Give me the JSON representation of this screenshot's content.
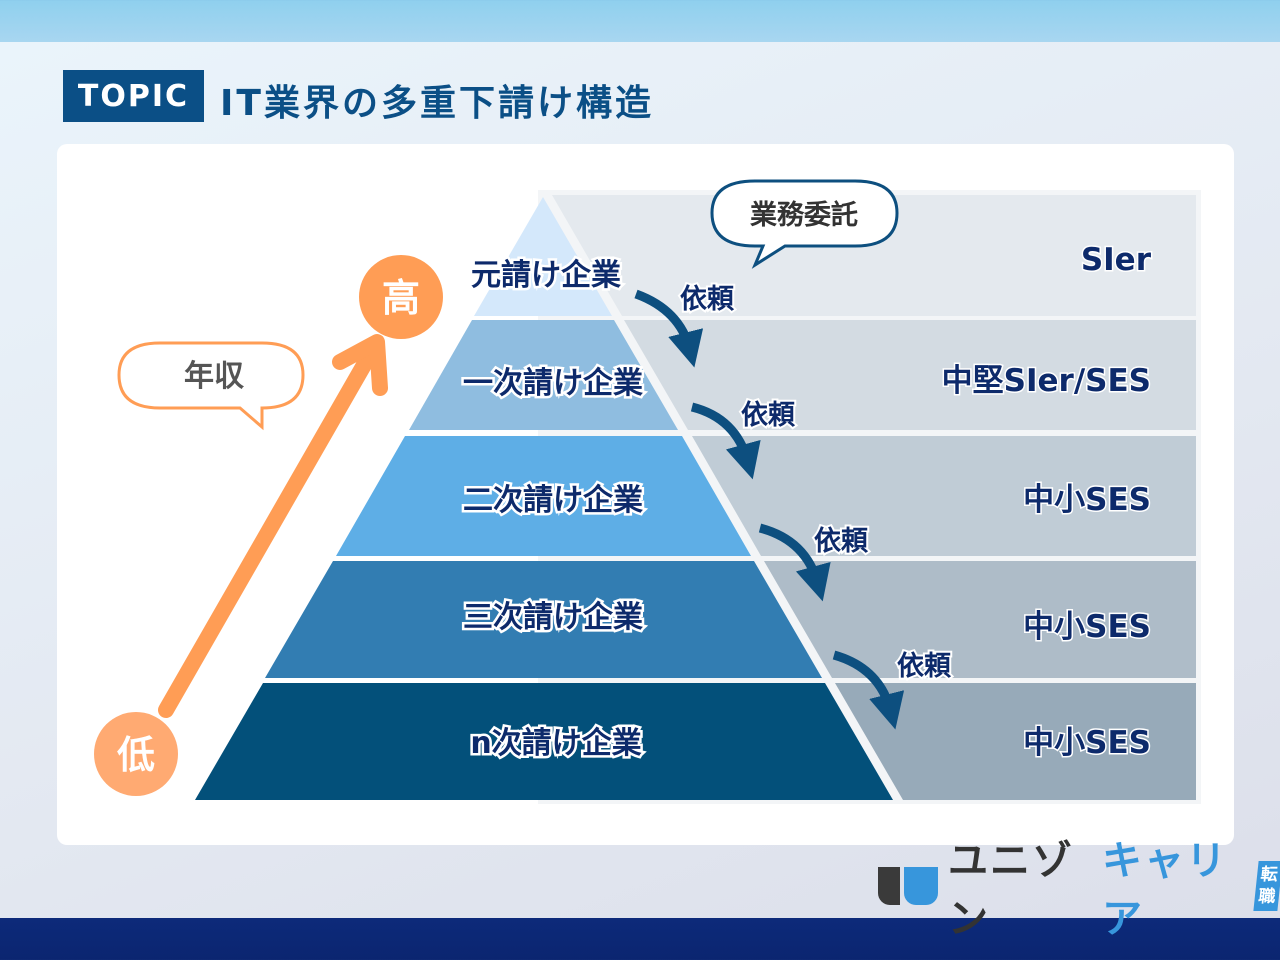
{
  "header": {
    "badge": "TOPIC",
    "title": "IT業界の多重下請け構造"
  },
  "income": {
    "label": "年収",
    "high": "高",
    "low": "低"
  },
  "bubble": "業務委託",
  "levels": [
    {
      "name": "元請け企業",
      "company": "SIer",
      "color": "#d4e8fb",
      "band": "#e4e9ee"
    },
    {
      "name": "一次請け企業",
      "company": "中堅SIer/SES",
      "color": "#8fbde0",
      "band": "#d3dbe2"
    },
    {
      "name": "二次請け企業",
      "company": "中小SES",
      "color": "#5eaee6",
      "band": "#c0ccd6"
    },
    {
      "name": "三次請け企業",
      "company": "中小SES",
      "color": "#327db2",
      "band": "#aebcc8"
    },
    {
      "name": "n次請け企業",
      "company": "中小SES",
      "color": "#03507a",
      "band": "#97aab9"
    }
  ],
  "request_label": "依頼",
  "logo": {
    "text1": "ユニゾン",
    "text2": "キャリア",
    "badge": "転職"
  },
  "colors": {
    "navy": "#0b4f86",
    "orange": "#ff9d55",
    "text": "#0d2a6b"
  }
}
